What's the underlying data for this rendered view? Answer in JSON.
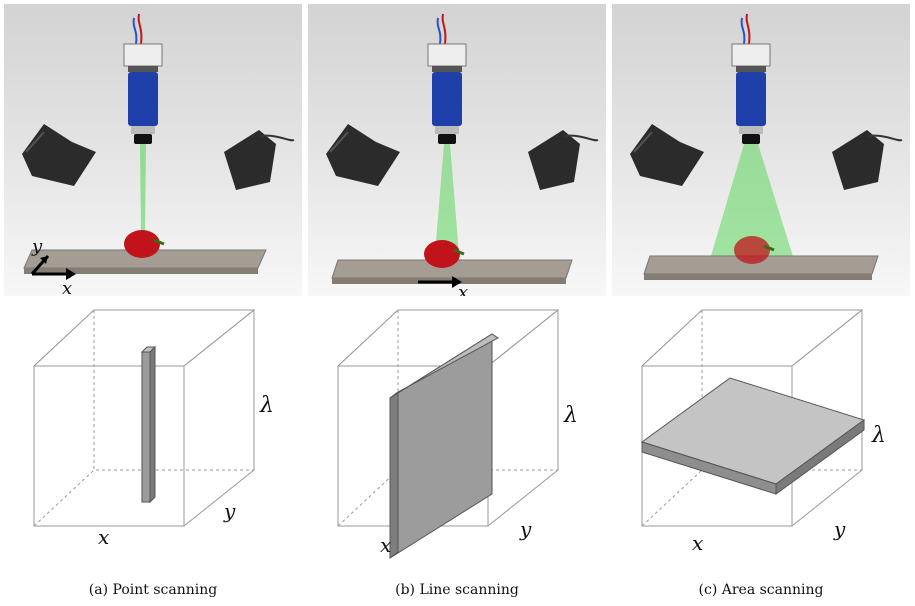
{
  "panels": [
    {
      "caption": "(a) Point scanning",
      "scene_axes": {
        "x": "x",
        "y": "y"
      },
      "cube_labels": {
        "x": "x",
        "y": "y",
        "lambda": "λ"
      }
    },
    {
      "caption": "(b) Line scanning",
      "scene_axes": {
        "x": "x"
      },
      "cube_labels": {
        "x": "x",
        "y": "y",
        "lambda": "λ"
      }
    },
    {
      "caption": "(c) Area scanning",
      "cube_labels": {
        "x": "x",
        "y": "y",
        "lambda": "λ"
      }
    }
  ],
  "colors": {
    "camera_body": "#1f3fa8",
    "sample": "#c0141a",
    "light_beam": "#3fd23f",
    "lamp": "#2b2b2b",
    "stage": "#a59c94",
    "cube_edge": "#9a9a9a",
    "slice_fill": "#9c9c9c"
  },
  "icons": [
    "camera-icon",
    "lamp-icon",
    "strawberry-icon",
    "stage-icon",
    "axis-arrow-icon"
  ]
}
